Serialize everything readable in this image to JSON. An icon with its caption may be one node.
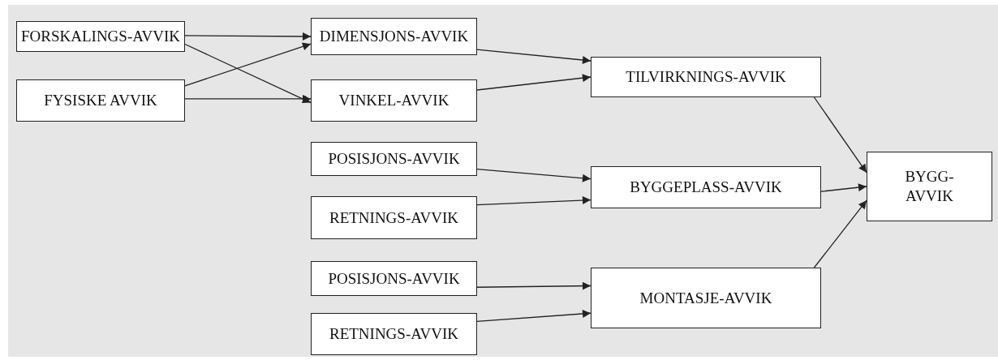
{
  "diagram": {
    "nodes": [
      {
        "text": [
          "FORSKALINGS-AVVIK"
        ]
      },
      {
        "text": [
          "DIMENSJONS-AVVIK"
        ]
      },
      {
        "text": [
          "FYSISKE AVVIK"
        ]
      },
      {
        "text": [
          "VINKEL-AVVIK"
        ]
      },
      {
        "text": [
          "TILVIRKNINGS-AVVIK"
        ]
      },
      {
        "text": [
          "POSISJONS-AVVIK"
        ]
      },
      {
        "text": [
          "BYGGEPLASS-AVVIK"
        ]
      },
      {
        "text": [
          "RETNINGS-AVVIK"
        ]
      },
      {
        "text": [
          "BYGG- AVVIK"
        ]
      },
      {
        "text": [
          "POSISJONS-AVVIK"
        ]
      },
      {
        "text": [
          "MONTASJE-AVVIK"
        ]
      },
      {
        "text": [
          "RETNINGS-AVVIK"
        ]
      }
    ],
    "edges": [
      {
        "from": 0,
        "to": 1,
        "arrow": "to"
      },
      {
        "from": 0,
        "to": 3,
        "arrow": "to"
      },
      {
        "from": 2,
        "to": 1,
        "arrow": "to"
      },
      {
        "from": 2,
        "to": 3,
        "arrow": "to"
      },
      {
        "from": 1,
        "to": 4,
        "arrow": "to"
      },
      {
        "from": 3,
        "to": 4,
        "arrow": "to"
      },
      {
        "from": 5,
        "to": 6,
        "arrow": "to"
      },
      {
        "from": 7,
        "to": 6,
        "arrow": "to"
      },
      {
        "from": 4,
        "to": 8,
        "arrow": "to"
      },
      {
        "from": 6,
        "to": 8,
        "arrow": "to"
      },
      {
        "from": 10,
        "to": 8,
        "arrow": "to"
      },
      {
        "from": 9,
        "to": 10,
        "arrow": "to"
      },
      {
        "from": 11,
        "to": 10,
        "arrow": "to"
      }
    ]
  }
}
